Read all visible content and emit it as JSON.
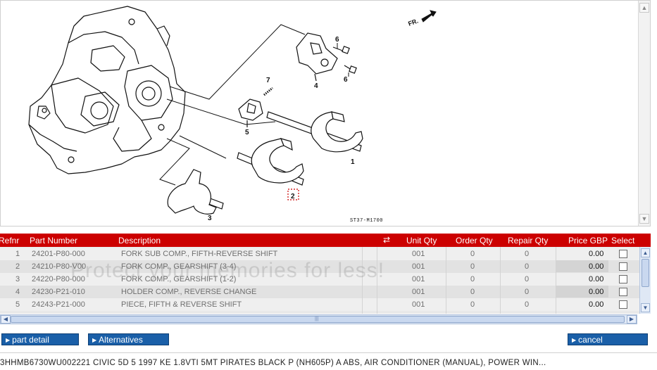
{
  "diagram": {
    "code": "ST37-M1700",
    "direction_label": "FR.",
    "callouts": [
      "1",
      "2",
      "3",
      "4",
      "5",
      "6",
      "6",
      "7"
    ]
  },
  "table": {
    "columns": {
      "refnr": "Refnr",
      "part_number": "Part Number",
      "description": "Description",
      "unit_qty": "Unit Qty",
      "order_qty": "Order Qty",
      "repair_qty": "Repair Qty",
      "price": "Price GBP",
      "select": "Select"
    },
    "rows": [
      {
        "refnr": "1",
        "part_number": "24201-P80-000",
        "description": "FORK SUB COMP., FIFTH-REVERSE SHIFT",
        "unit_qty": "001",
        "order_qty": "0",
        "repair_qty": "0",
        "price": "0.00"
      },
      {
        "refnr": "2",
        "part_number": "24210-P80-V00",
        "description": "FORK COMP., GEARSHIFT (3-4)",
        "unit_qty": "001",
        "order_qty": "0",
        "repair_qty": "0",
        "price": "0.00"
      },
      {
        "refnr": "3",
        "part_number": "24220-P80-000",
        "description": "FORK COMP., GEARSHIFT (1-2)",
        "unit_qty": "001",
        "order_qty": "0",
        "repair_qty": "0",
        "price": "0.00"
      },
      {
        "refnr": "4",
        "part_number": "24230-P21-010",
        "description": "HOLDER COMP., REVERSE CHANGE",
        "unit_qty": "001",
        "order_qty": "0",
        "repair_qty": "0",
        "price": "0.00"
      },
      {
        "refnr": "5",
        "part_number": "24243-P21-000",
        "description": "PIECE, FIFTH & REVERSE SHIFT",
        "unit_qty": "001",
        "order_qty": "0",
        "repair_qty": "0",
        "price": "0.00"
      }
    ],
    "watermark": "Protect your memories for less!"
  },
  "buttons": {
    "part_detail": "part detail",
    "alternatives": "Alternatives",
    "cancel": "cancel"
  },
  "vehicle_info": "3HHMB6730WU002221   CIVIC 5D   5   1997   KE   1.8VTI   5MT   PIRATES BLACK P (NH605P)   A   ABS, AIR CONDITIONER (MANUAL), POWER WIN...",
  "colors": {
    "header_red": "#cc0000",
    "button_blue": "#1a5fa8"
  }
}
